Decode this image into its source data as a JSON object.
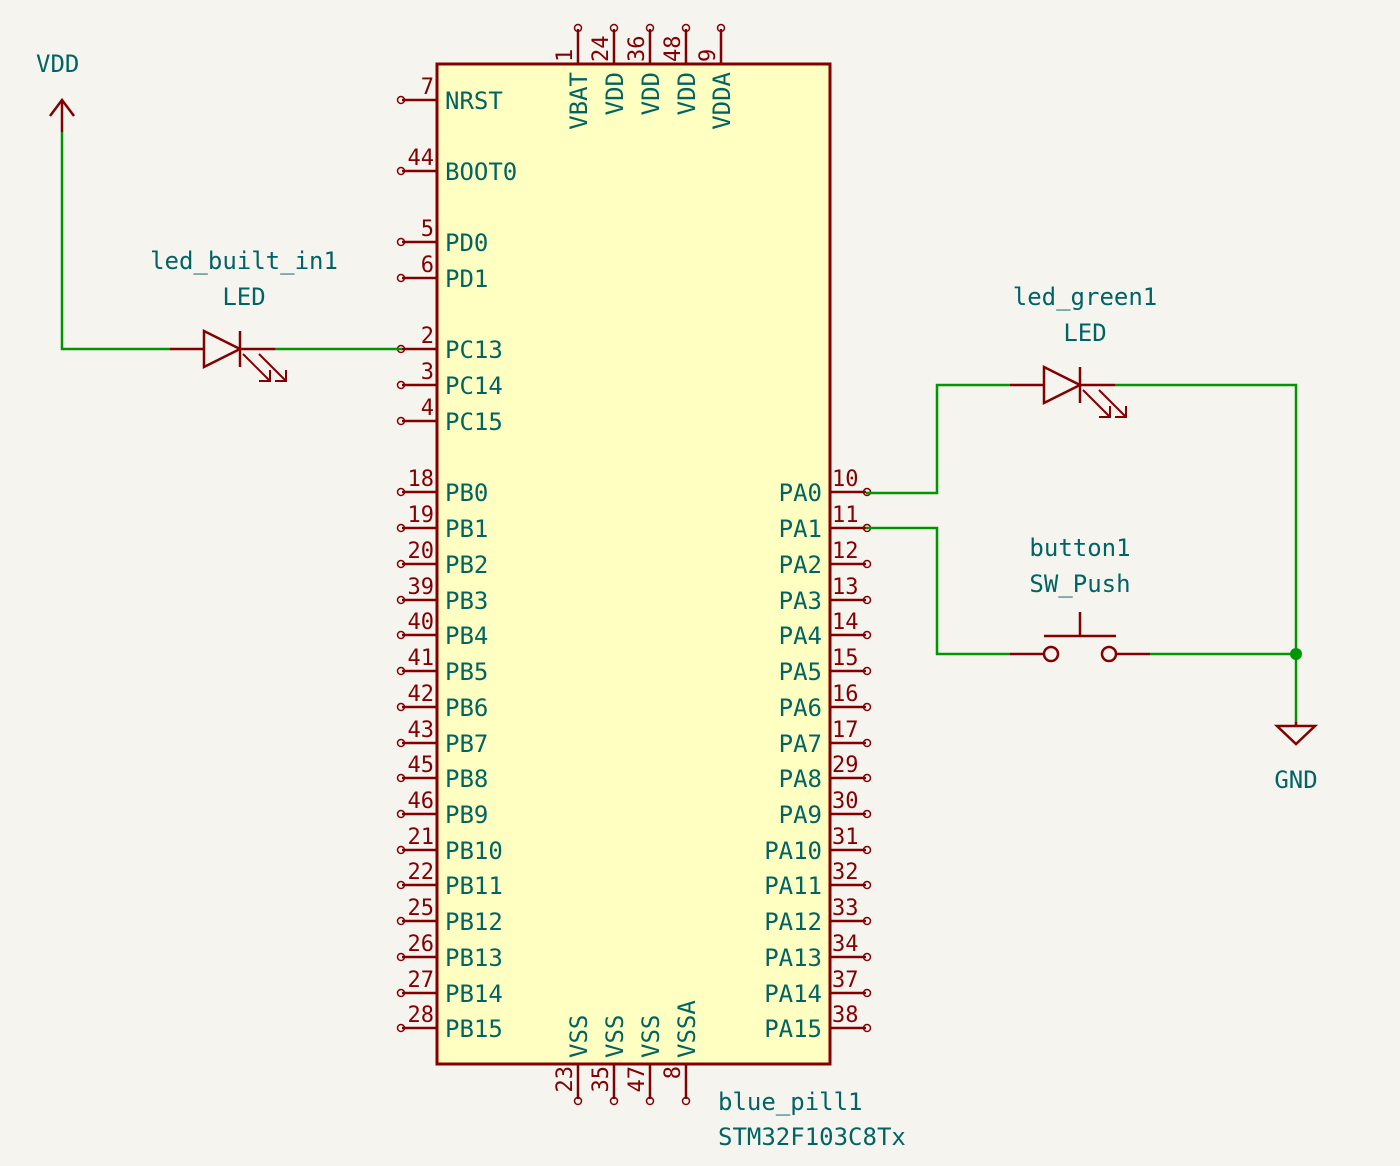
{
  "colors": {
    "background": "#f5f4ef",
    "body_fill": "#ffffc2",
    "body_stroke": "#840000",
    "wire": "#009600",
    "text": "#006464",
    "pin": "#840000"
  },
  "power": {
    "vdd_label": "VDD",
    "gnd_label": "GND"
  },
  "mcu": {
    "reference": "blue_pill1",
    "value": "STM32F103C8Tx",
    "left_pins": [
      {
        "name": "NRST",
        "num": "7"
      },
      {
        "name": "BOOT0",
        "num": "44"
      },
      {
        "name": "PD0",
        "num": "5"
      },
      {
        "name": "PD1",
        "num": "6"
      },
      {
        "name": "PC13",
        "num": "2"
      },
      {
        "name": "PC14",
        "num": "3"
      },
      {
        "name": "PC15",
        "num": "4"
      },
      {
        "name": "PB0",
        "num": "18"
      },
      {
        "name": "PB1",
        "num": "19"
      },
      {
        "name": "PB2",
        "num": "20"
      },
      {
        "name": "PB3",
        "num": "39"
      },
      {
        "name": "PB4",
        "num": "40"
      },
      {
        "name": "PB5",
        "num": "41"
      },
      {
        "name": "PB6",
        "num": "42"
      },
      {
        "name": "PB7",
        "num": "43"
      },
      {
        "name": "PB8",
        "num": "45"
      },
      {
        "name": "PB9",
        "num": "46"
      },
      {
        "name": "PB10",
        "num": "21"
      },
      {
        "name": "PB11",
        "num": "22"
      },
      {
        "name": "PB12",
        "num": "25"
      },
      {
        "name": "PB13",
        "num": "26"
      },
      {
        "name": "PB14",
        "num": "27"
      },
      {
        "name": "PB15",
        "num": "28"
      }
    ],
    "right_pins": [
      {
        "name": "PA0",
        "num": "10"
      },
      {
        "name": "PA1",
        "num": "11"
      },
      {
        "name": "PA2",
        "num": "12"
      },
      {
        "name": "PA3",
        "num": "13"
      },
      {
        "name": "PA4",
        "num": "14"
      },
      {
        "name": "PA5",
        "num": "15"
      },
      {
        "name": "PA6",
        "num": "16"
      },
      {
        "name": "PA7",
        "num": "17"
      },
      {
        "name": "PA8",
        "num": "29"
      },
      {
        "name": "PA9",
        "num": "30"
      },
      {
        "name": "PA10",
        "num": "31"
      },
      {
        "name": "PA11",
        "num": "32"
      },
      {
        "name": "PA12",
        "num": "33"
      },
      {
        "name": "PA13",
        "num": "34"
      },
      {
        "name": "PA14",
        "num": "37"
      },
      {
        "name": "PA15",
        "num": "38"
      }
    ],
    "top_pins": [
      {
        "name": "VBAT",
        "num": "1"
      },
      {
        "name": "VDD",
        "num": "24"
      },
      {
        "name": "VDD",
        "num": "36"
      },
      {
        "name": "VDD",
        "num": "48"
      },
      {
        "name": "VDDA",
        "num": "9"
      }
    ],
    "bottom_pins": [
      {
        "name": "VSS",
        "num": "23"
      },
      {
        "name": "VSS",
        "num": "35"
      },
      {
        "name": "VSS",
        "num": "47"
      },
      {
        "name": "VSSA",
        "num": "8"
      }
    ]
  },
  "led_builtin": {
    "reference": "led_built_in1",
    "value": "LED"
  },
  "led_green": {
    "reference": "led_green1",
    "value": "LED"
  },
  "button": {
    "reference": "button1",
    "value": "SW_Push"
  }
}
